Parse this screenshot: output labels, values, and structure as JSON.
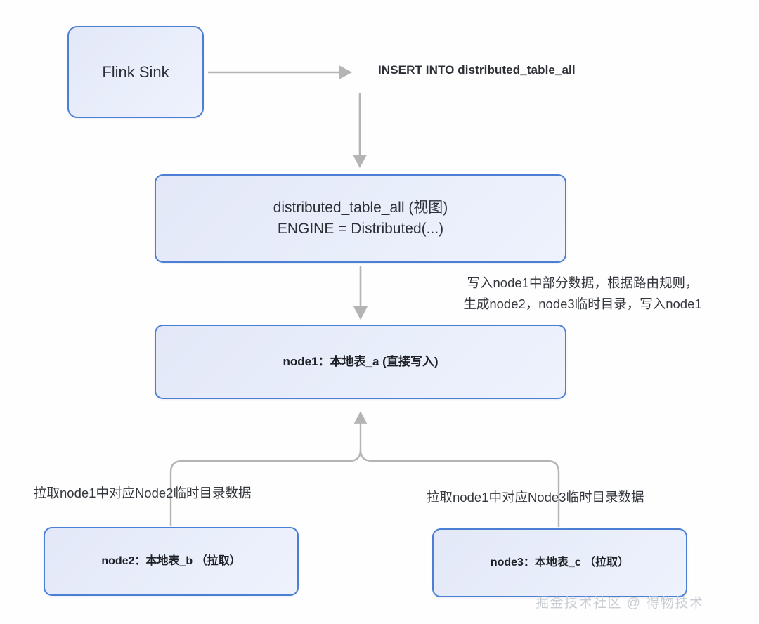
{
  "diagram": {
    "title": "ClickHouse Distributed Table Write Flow",
    "background_color": "#fefefe",
    "node_border_color": "#4a7fd4",
    "node_fill_color": "#e6ebf9",
    "edge_color": "#b4b4b4",
    "watermark": "掘金技术社区 @ 得物技术"
  },
  "nodes": {
    "flink_sink": {
      "label": "Flink Sink"
    },
    "distributed_table": {
      "line1": "distributed_table_all (视图)",
      "line2": "ENGINE = Distributed(...)"
    },
    "node1": {
      "label": "node1：本地表_a (直接写入)"
    },
    "node2": {
      "label": "node2：本地表_b （拉取）"
    },
    "node3": {
      "label": "node3：本地表_c （拉取）"
    }
  },
  "labels": {
    "insert_statement": "INSERT INTO distributed_table_all",
    "route_note_line1": "写入node1中部分数据，根据路由规则，",
    "route_note_line2": "生成node2，node3临时目录，写入node1",
    "pull_node2": "拉取node1中对应Node2临时目录数据",
    "pull_node3": "拉取node1中对应Node3临时目录数据"
  },
  "edges": [
    {
      "name": "flink-to-insert",
      "from": "flink_sink",
      "to": "insert_statement",
      "direction": "right",
      "style": "solid-arrow"
    },
    {
      "name": "insert-to-distributed",
      "from": "insert_statement",
      "to": "distributed_table",
      "direction": "down",
      "style": "solid-arrow"
    },
    {
      "name": "distributed-to-node1",
      "from": "distributed_table",
      "to": "node1",
      "direction": "down",
      "style": "solid-arrow"
    },
    {
      "name": "node2-to-node1",
      "from": "node2",
      "to": "node1",
      "direction": "up",
      "style": "bracket-arrow"
    },
    {
      "name": "node3-to-node1",
      "from": "node3",
      "to": "node1",
      "direction": "up",
      "style": "bracket-arrow"
    }
  ]
}
